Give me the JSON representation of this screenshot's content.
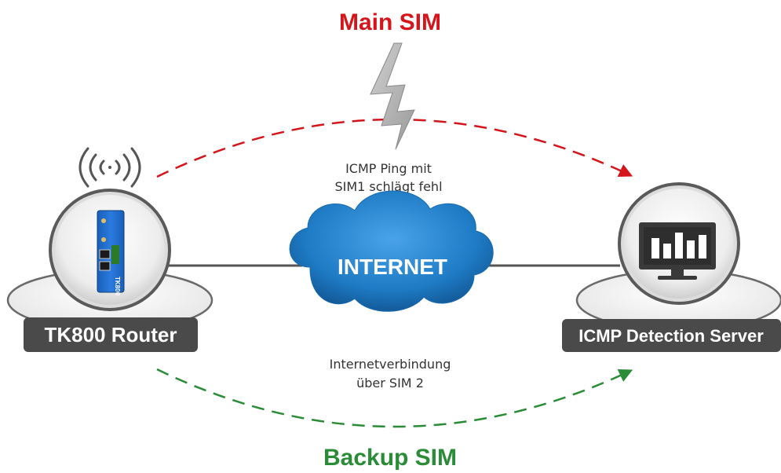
{
  "main_sim": {
    "label": "Main SIM",
    "color": "#d4151b"
  },
  "backup_sim": {
    "label": "Backup SIM",
    "color": "#2a8c37"
  },
  "fail_note": {
    "line1": "ICMP Ping mit",
    "line2": "SIM1 schlägt fehl"
  },
  "fallback_note": {
    "line1": "Internetverbindung",
    "line2": "über SIM 2"
  },
  "cloud": {
    "label": "INTERNET",
    "color": "#1e7bc4"
  },
  "router": {
    "label": "TK800 Router",
    "device_label": "TK800",
    "device_color": "#1f6fd1"
  },
  "server": {
    "label": "ICMP Detection Server"
  },
  "icons": {
    "lightning": "lightning-bolt-icon",
    "wireless": "wireless-signal-icon",
    "monitor": "bar-chart-monitor-icon"
  }
}
